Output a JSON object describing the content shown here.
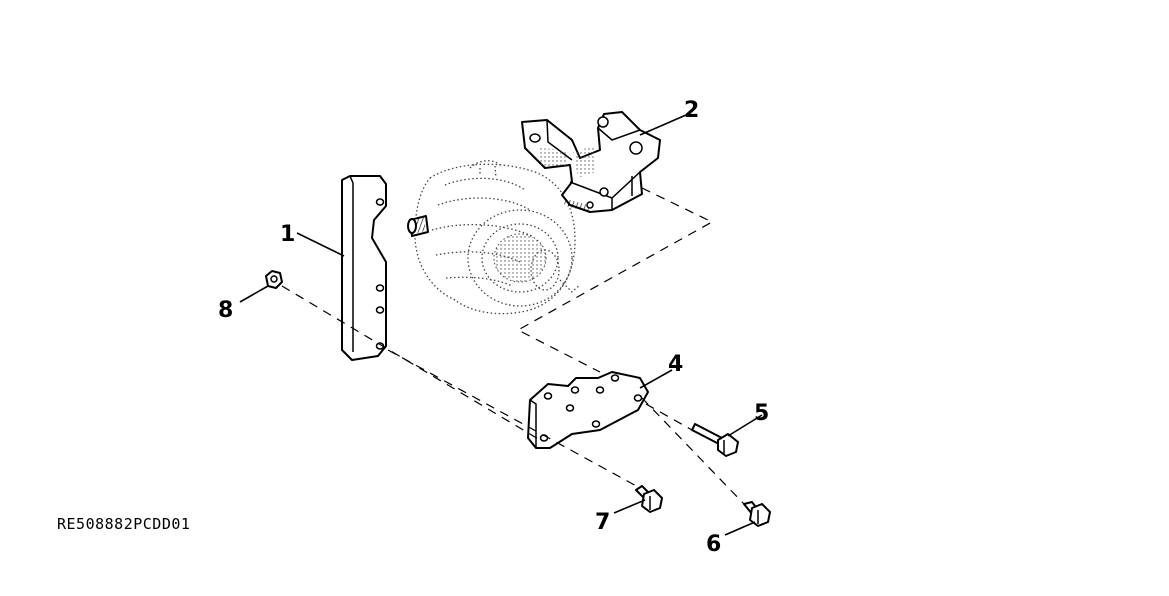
{
  "callouts": {
    "c1": "1",
    "c2": "2",
    "c4": "4",
    "c5": "5",
    "c6": "6",
    "c7": "7",
    "c8": "8"
  },
  "reference_code": "RE508882PCDD01"
}
